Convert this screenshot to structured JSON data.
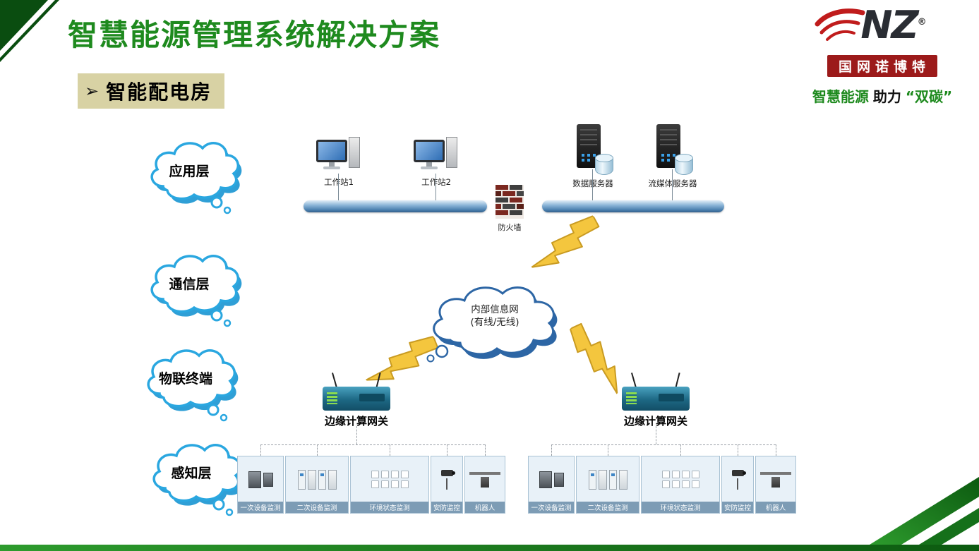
{
  "slide": {
    "title": "智慧能源管理系统解决方案",
    "section": {
      "arrow": "➢",
      "label": "智能配电房"
    }
  },
  "logo": {
    "mark": "NZ",
    "registered": "®",
    "company": "国网诺博特",
    "tagline": {
      "part1": "智慧能源",
      "part2": "助力",
      "part3": "“双碳”"
    }
  },
  "layers": [
    {
      "label": "应用层"
    },
    {
      "label": "通信层"
    },
    {
      "label": "物联终端"
    },
    {
      "label": "感知层"
    }
  ],
  "diagram": {
    "workstations": [
      {
        "label": "工作站1"
      },
      {
        "label": "工作站2"
      }
    ],
    "servers": [
      {
        "label": "数据服务器"
      },
      {
        "label": "流媒体服务器"
      }
    ],
    "firewall": {
      "label": "防火墙"
    },
    "cloud": {
      "line1": "内部信息网",
      "line2": "(有线/无线)"
    },
    "gateways": [
      {
        "label": "边缘计算网关"
      },
      {
        "label": "边缘计算网关"
      }
    ],
    "device_groups": [
      {
        "panels": [
          {
            "label": "一次设备监测"
          },
          {
            "label": "二次设备监测"
          },
          {
            "label": "环境状态监测"
          },
          {
            "label": "安防监控"
          },
          {
            "label": "机器人"
          }
        ]
      },
      {
        "panels": [
          {
            "label": "一次设备监测"
          },
          {
            "label": "二次设备监测"
          },
          {
            "label": "环境状态监测"
          },
          {
            "label": "安防监控"
          },
          {
            "label": "机器人"
          }
        ]
      }
    ]
  },
  "colors": {
    "title_green": "#1e8a1e",
    "callout_blue": "#2aa7e0",
    "cloud_blue": "#2d66a5",
    "lightning_yellow": "#f4c63e",
    "label_khaki": "#d8d2a4",
    "panel_bar_blue": "#7d9cb5",
    "logo_red": "#9c1a1a"
  }
}
